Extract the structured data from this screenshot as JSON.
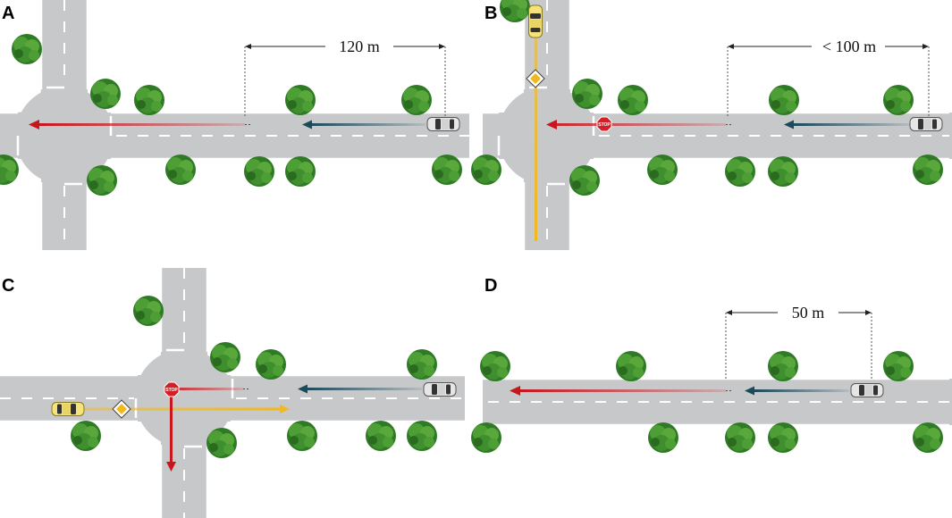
{
  "panels": [
    {
      "label": "A",
      "distance": "120 m"
    },
    {
      "label": "B",
      "distance": "< 100 m"
    },
    {
      "label": "C",
      "distance": ""
    },
    {
      "label": "D",
      "distance": "50 m"
    }
  ],
  "signs": {
    "stop": "STOP"
  },
  "colors": {
    "road": "#c7c8ca",
    "red_arrow": "#c8161d",
    "teal_arrow": "#1d4a5a",
    "yellow_arrow": "#f2b81c",
    "tree": "#3f8f2f",
    "yellow_car": "#f4e27a",
    "grey_car": "#e8e8e8"
  },
  "icons": [
    "tree-icon",
    "grey-car-icon",
    "yellow-car-icon",
    "stop-sign-icon",
    "priority-sign-icon"
  ]
}
